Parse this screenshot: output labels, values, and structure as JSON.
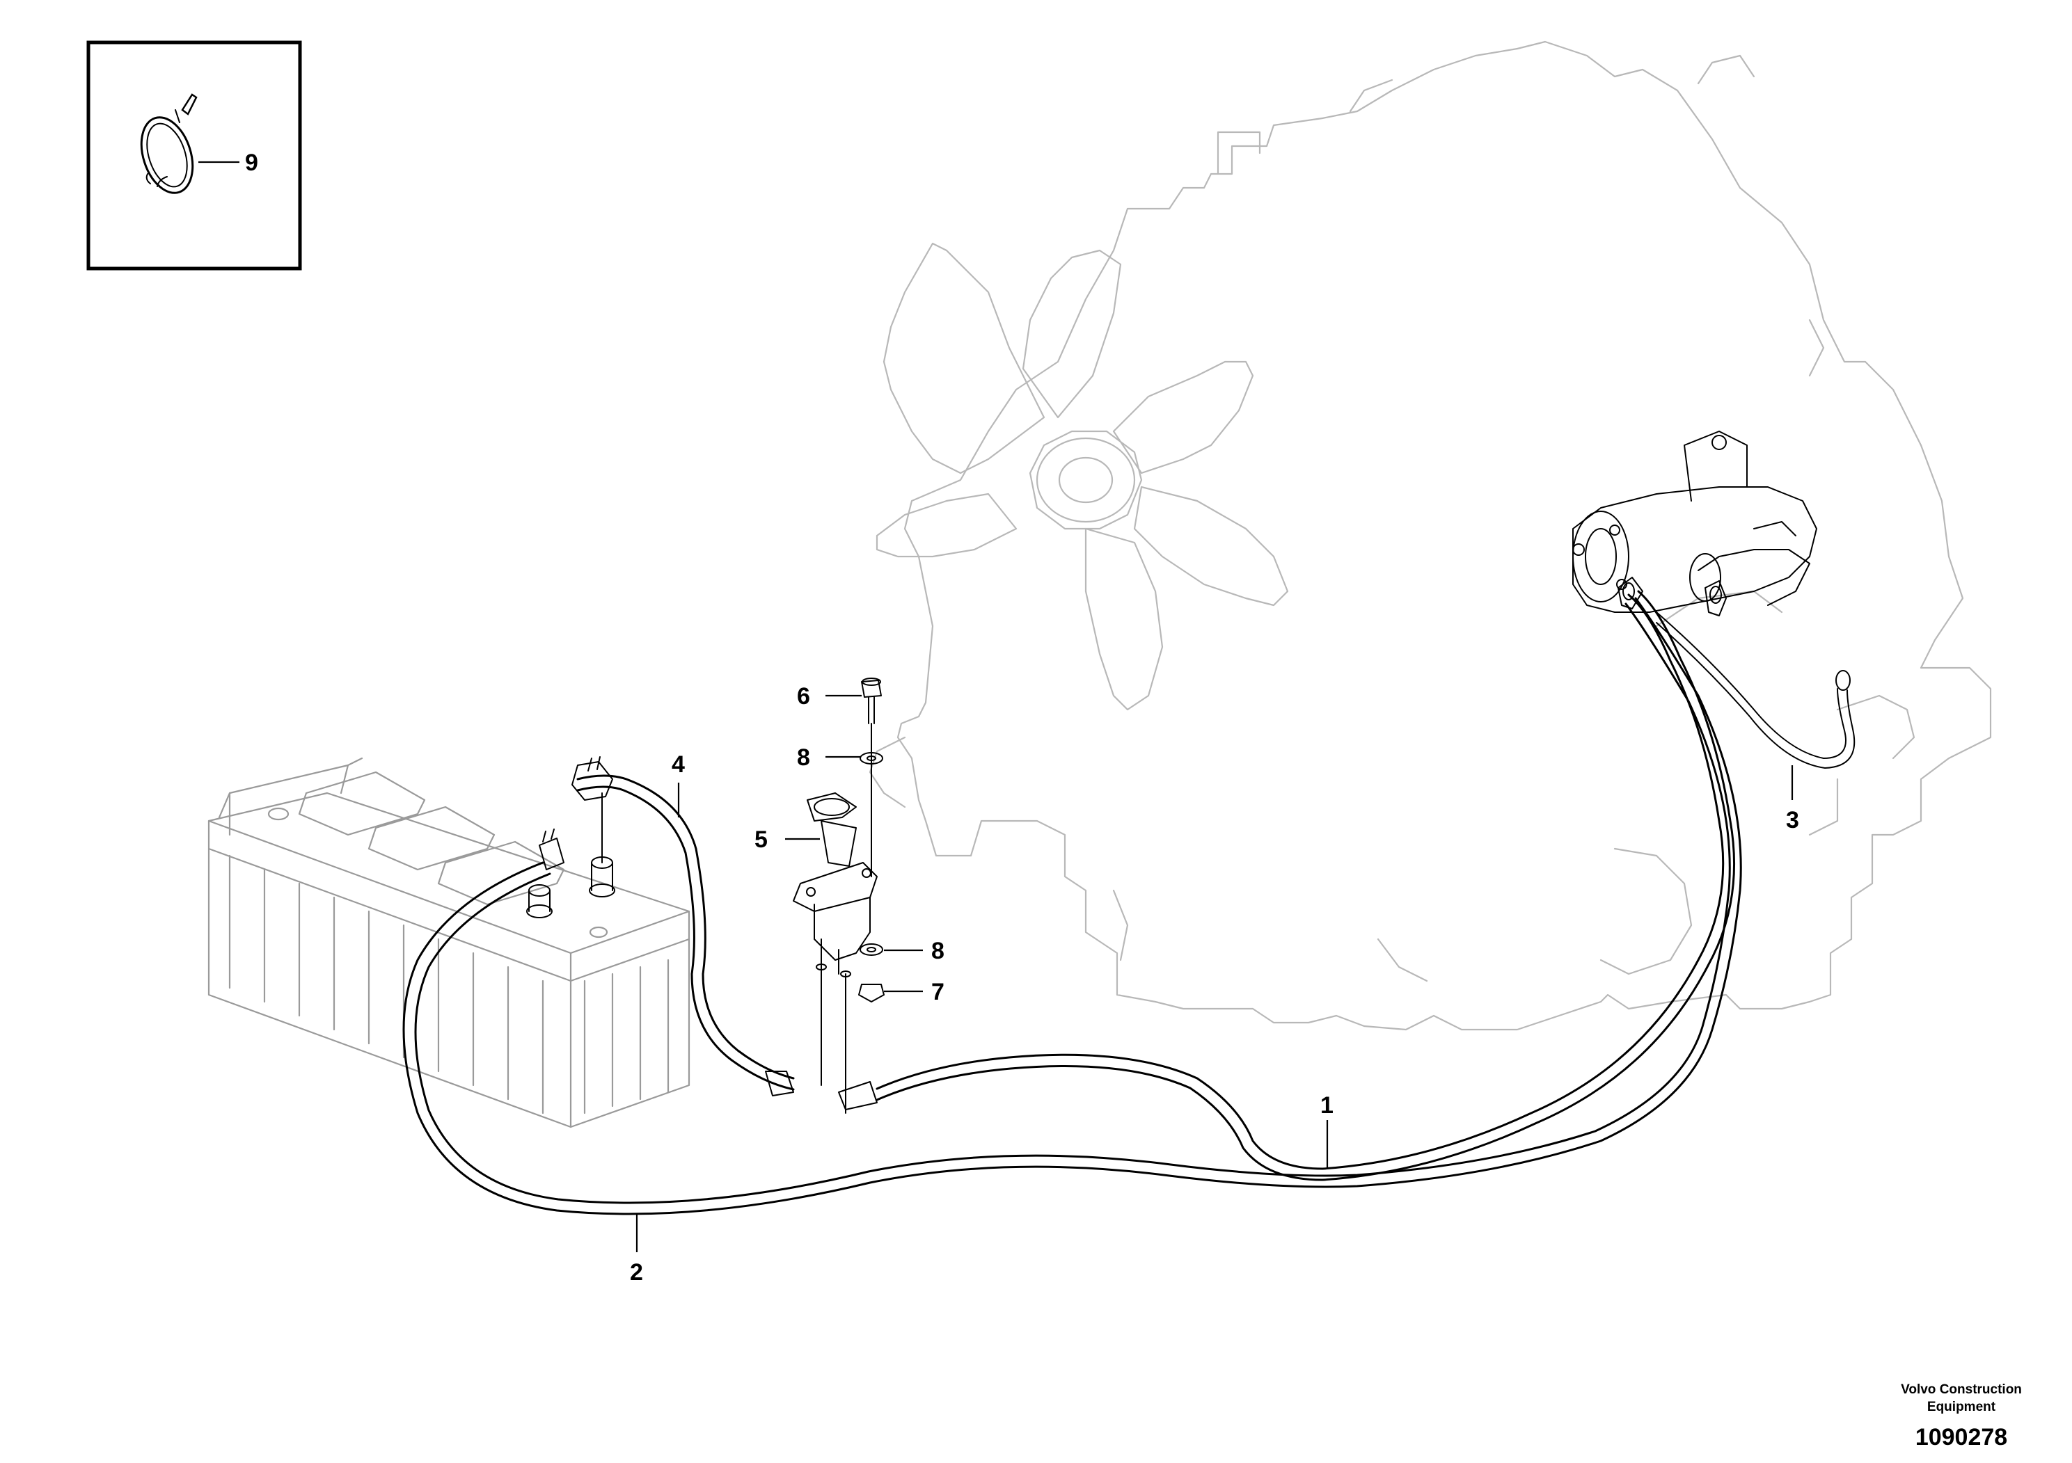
{
  "callouts": {
    "c1": "1",
    "c2": "2",
    "c3": "3",
    "c4": "4",
    "c5": "5",
    "c6": "6",
    "c7": "7",
    "c8a": "8",
    "c8b": "8",
    "c9": "9"
  },
  "footer": {
    "credit_line1": "Volvo Construction",
    "credit_line2": "Equipment",
    "drawing_number": "1090278"
  }
}
